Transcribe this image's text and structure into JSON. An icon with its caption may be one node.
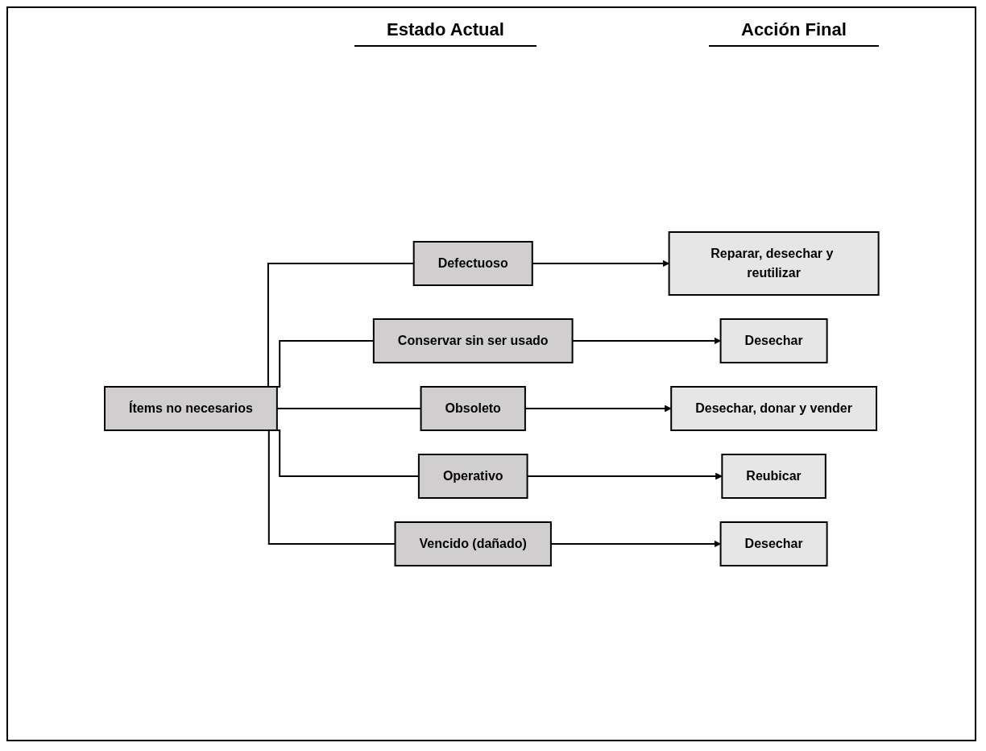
{
  "diagram": {
    "nodes": [
      {
        "text": [
          "Ítems no necesarios"
        ]
      },
      {
        "text": [
          "Defectuoso"
        ]
      },
      {
        "text": [
          "Conservar sin ser usado"
        ]
      },
      {
        "text": [
          "Obsoleto"
        ]
      },
      {
        "text": [
          "Operativo"
        ]
      },
      {
        "text": [
          "Vencido (dañado)"
        ]
      },
      {
        "text": [
          "Reparar, desechar y reutilizar"
        ]
      },
      {
        "text": [
          "Desechar"
        ]
      },
      {
        "text": [
          "Desechar, donar y vender"
        ]
      },
      {
        "text": [
          "Reubicar"
        ]
      },
      {
        "text": [
          "Desechar"
        ]
      }
    ],
    "edges": [
      {
        "from": 0,
        "to": 1,
        "arrow": "none"
      },
      {
        "from": 0,
        "to": 2,
        "arrow": "none"
      },
      {
        "from": 0,
        "to": 3,
        "arrow": "none"
      },
      {
        "from": 0,
        "to": 4,
        "arrow": "none"
      },
      {
        "from": 0,
        "to": 5,
        "arrow": "none"
      },
      {
        "from": 1,
        "to": 6,
        "arrow": "to"
      },
      {
        "from": 2,
        "to": 7,
        "arrow": "to"
      },
      {
        "from": 3,
        "to": 8,
        "arrow": "to"
      },
      {
        "from": 4,
        "to": 9,
        "arrow": "to"
      },
      {
        "from": 5,
        "to": 10,
        "arrow": "to"
      }
    ],
    "labels": [
      "Estado Actual",
      "Acción Final"
    ]
  }
}
